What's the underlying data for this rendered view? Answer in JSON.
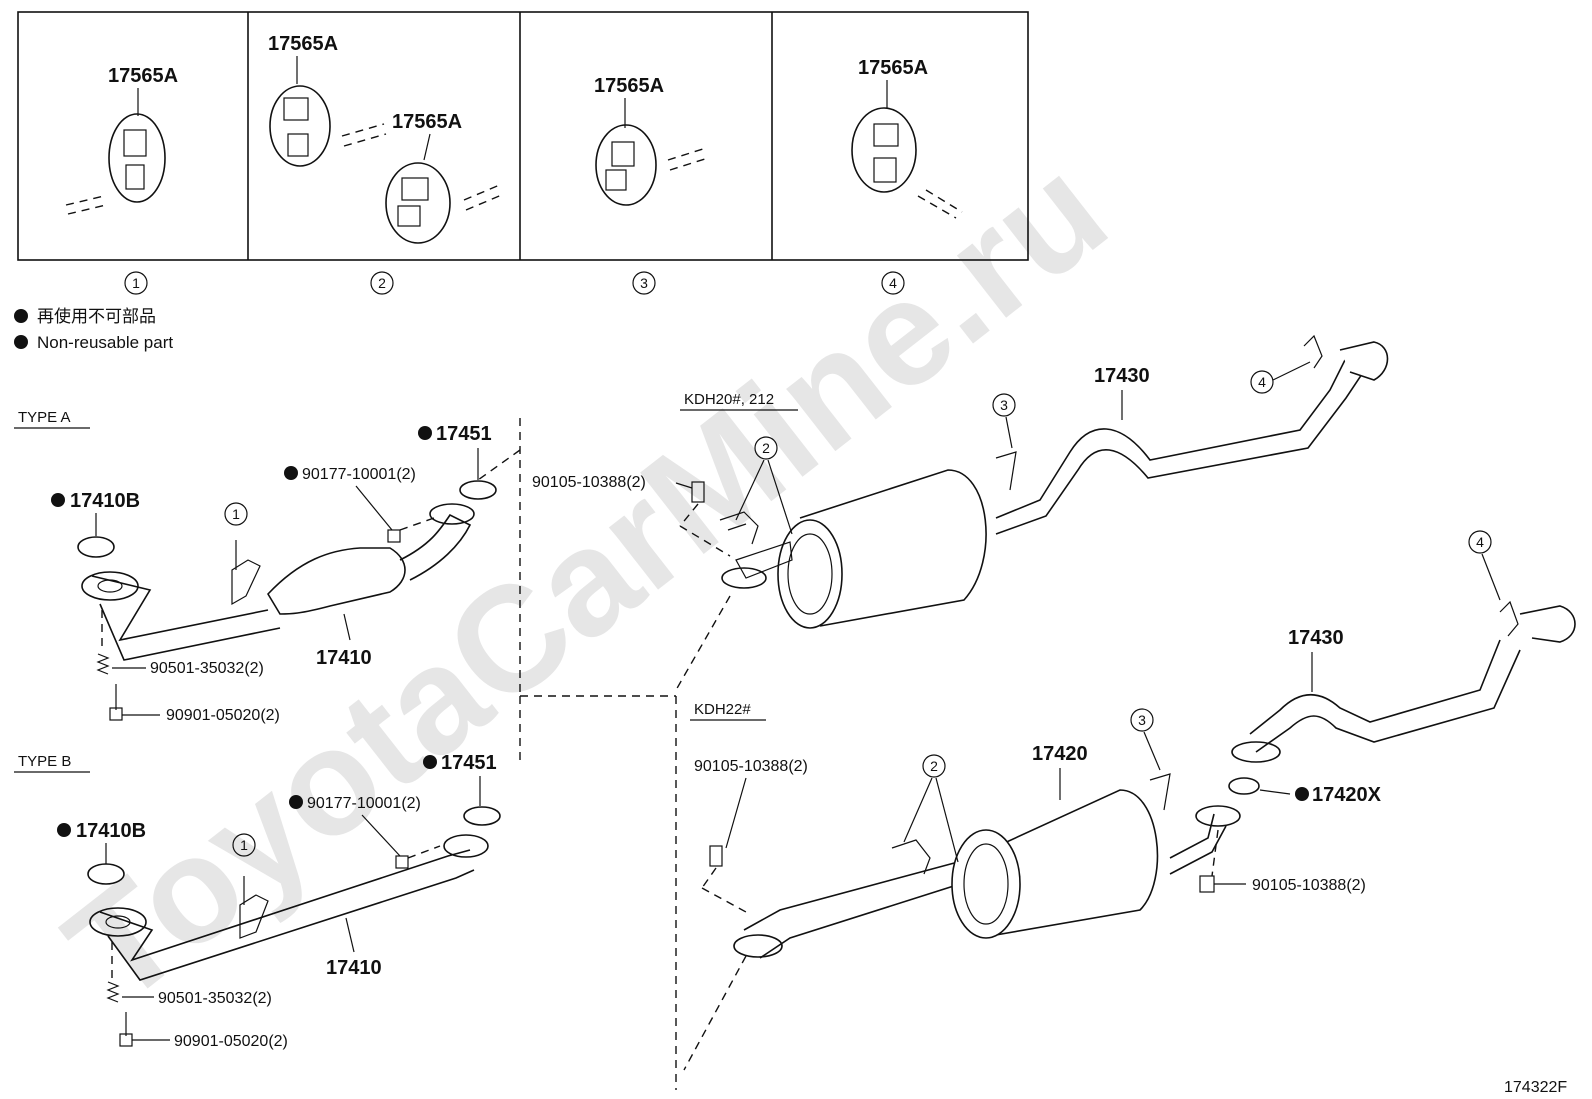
{
  "watermark": "ToyotaCarMine.ru",
  "insets": [
    {
      "number": "1",
      "labels": [
        "17565A"
      ]
    },
    {
      "number": "2",
      "labels": [
        "17565A",
        "17565A"
      ]
    },
    {
      "number": "3",
      "labels": [
        "17565A"
      ]
    },
    {
      "number": "4",
      "labels": [
        "17565A"
      ]
    }
  ],
  "legend": {
    "line1": "再使用不可部品",
    "line2": "Non-reusable part"
  },
  "type_a": {
    "header": "TYPE  A",
    "parts": {
      "gasket_17451": "17451",
      "nut_90177": "90177-10001(2)",
      "gasket_17410b": "17410B",
      "pipe_17410": "17410",
      "spring_90501": "90501-35032(2)",
      "bolt_90901": "90901-05020(2)",
      "callout": "1"
    }
  },
  "type_b": {
    "header": "TYPE  B",
    "parts": {
      "gasket_17451": "17451",
      "nut_90177": "90177-10001(2)",
      "gasket_17410b": "17410B",
      "pipe_17410": "17410",
      "spring_90501": "90501-35032(2)",
      "bolt_90901": "90901-05020(2)",
      "callout": "1"
    }
  },
  "kdh20": {
    "header": "KDH20#, 212",
    "parts": {
      "bolt": "90105-10388(2)",
      "tail_pipe": "17430",
      "callout_2": "2",
      "callout_3": "3",
      "callout_4": "4"
    }
  },
  "kdh22": {
    "header": "KDH22#",
    "parts": {
      "bolt_left": "90105-10388(2)",
      "bolt_right": "90105-10388(2)",
      "center_pipe": "17420",
      "tail_pipe": "17430",
      "gasket": "17420X",
      "callout_2": "2",
      "callout_3": "3",
      "callout_4": "4"
    }
  },
  "figure_id": "174322F"
}
